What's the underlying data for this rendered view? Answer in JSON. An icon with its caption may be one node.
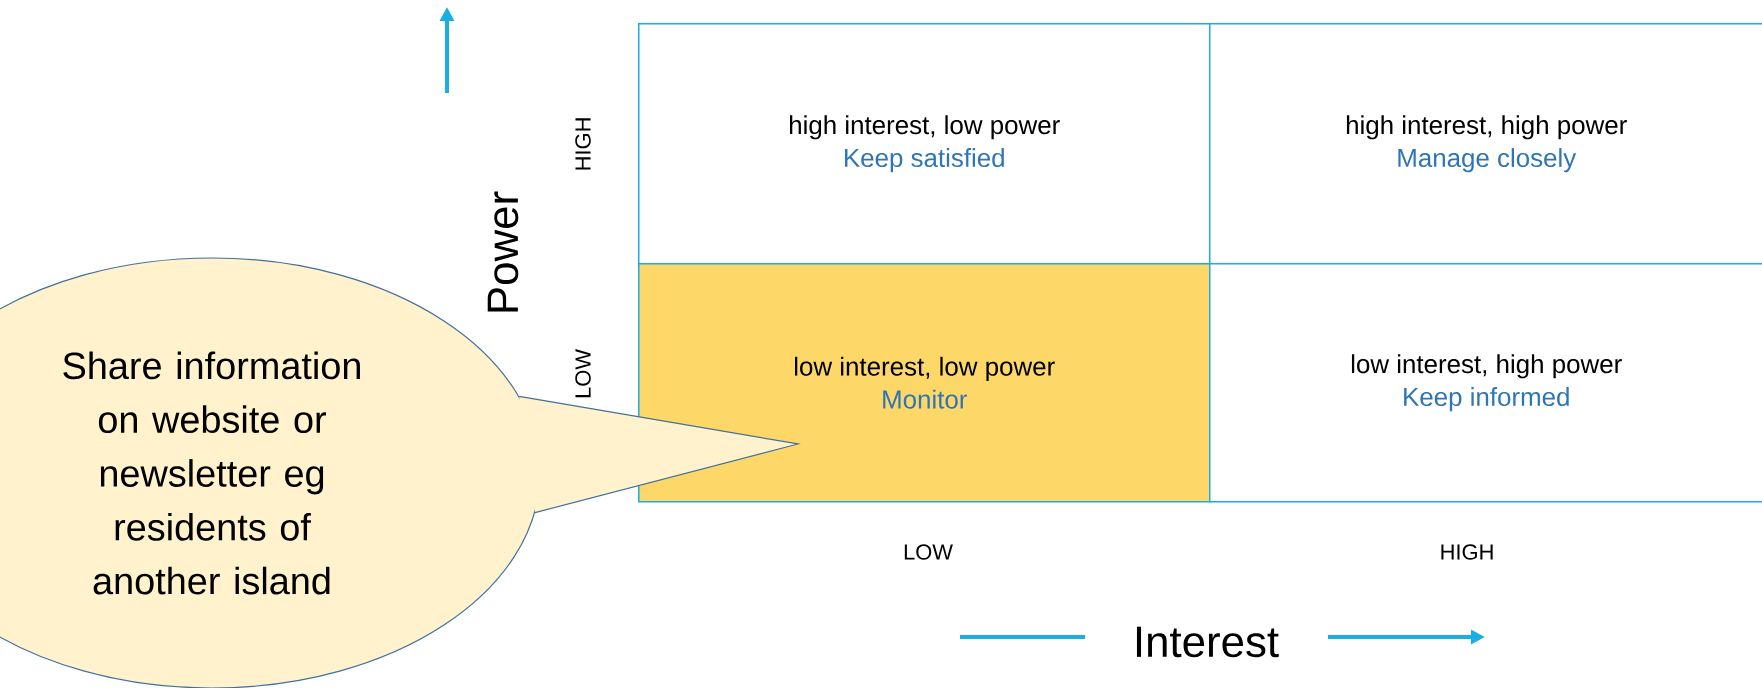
{
  "diagram": {
    "nodes": [
      {
        "text": [
          "high interest, low power",
          "Keep satisfied"
        ]
      },
      {
        "text": [
          "high interest, high power",
          "Manage closely"
        ]
      },
      {
        "text": [
          "low interest, low power",
          "Monitor"
        ]
      },
      {
        "text": [
          "low interest, high power",
          "Keep informed"
        ]
      },
      {
        "text": [
          "Share information on website or newsletter eg residents of another island"
        ]
      }
    ],
    "labels": [
      "Power",
      "HIGH",
      "LOW",
      "LOW",
      "HIGH",
      "Interest"
    ]
  }
}
